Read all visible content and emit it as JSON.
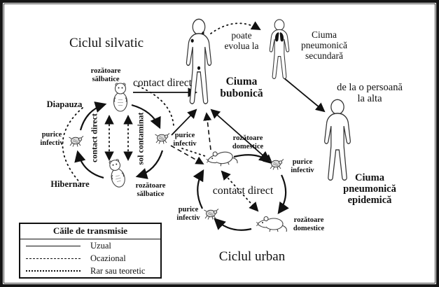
{
  "colors": {
    "ink": "#111111",
    "background": "#ffffff"
  },
  "titles": {
    "sylvatic": "Ciclul silvatic",
    "urban": "Ciclul urban"
  },
  "cycle_sylvatic": {
    "rodents_top": "rozătoare\nsălbatice",
    "rodents_bottom": "rozătoare\nsălbatice",
    "flea_left": "purice\ninfectiv",
    "flea_right": "purice\ninfectiv",
    "diapause": "Diapauza",
    "hibernation": "Hibernare",
    "contact_direct_inner": "contact direct",
    "contaminated_soil": "sol contaminat",
    "contact_direct_to_human": "contact direct"
  },
  "cycle_urban": {
    "rodents_top": "rozătoare\ndomestice",
    "rodents_bottom": "rozătoare\ndomestice",
    "flea_right": "purice\ninfectiv",
    "flea_bottom": "purice\ninfectiv",
    "contact_direct": "contact direct"
  },
  "disease": {
    "bubonic": "Ciuma\nbubonică",
    "may_evolve": "poate\nevolua la",
    "pneumonic_secondary": "Ciuma\npneumonică\nsecundară",
    "person_to_person": "de la o persoană la alta",
    "pneumonic_epidemic": "Ciuma pneumonică\nepidemică"
  },
  "legend": {
    "title": "Căile de transmisie",
    "items": [
      {
        "label": "Uzual",
        "style": "solid"
      },
      {
        "label": "Ocazional",
        "style": "dashed"
      },
      {
        "label": "Rar sau teoretic",
        "style": "dotted"
      }
    ]
  }
}
